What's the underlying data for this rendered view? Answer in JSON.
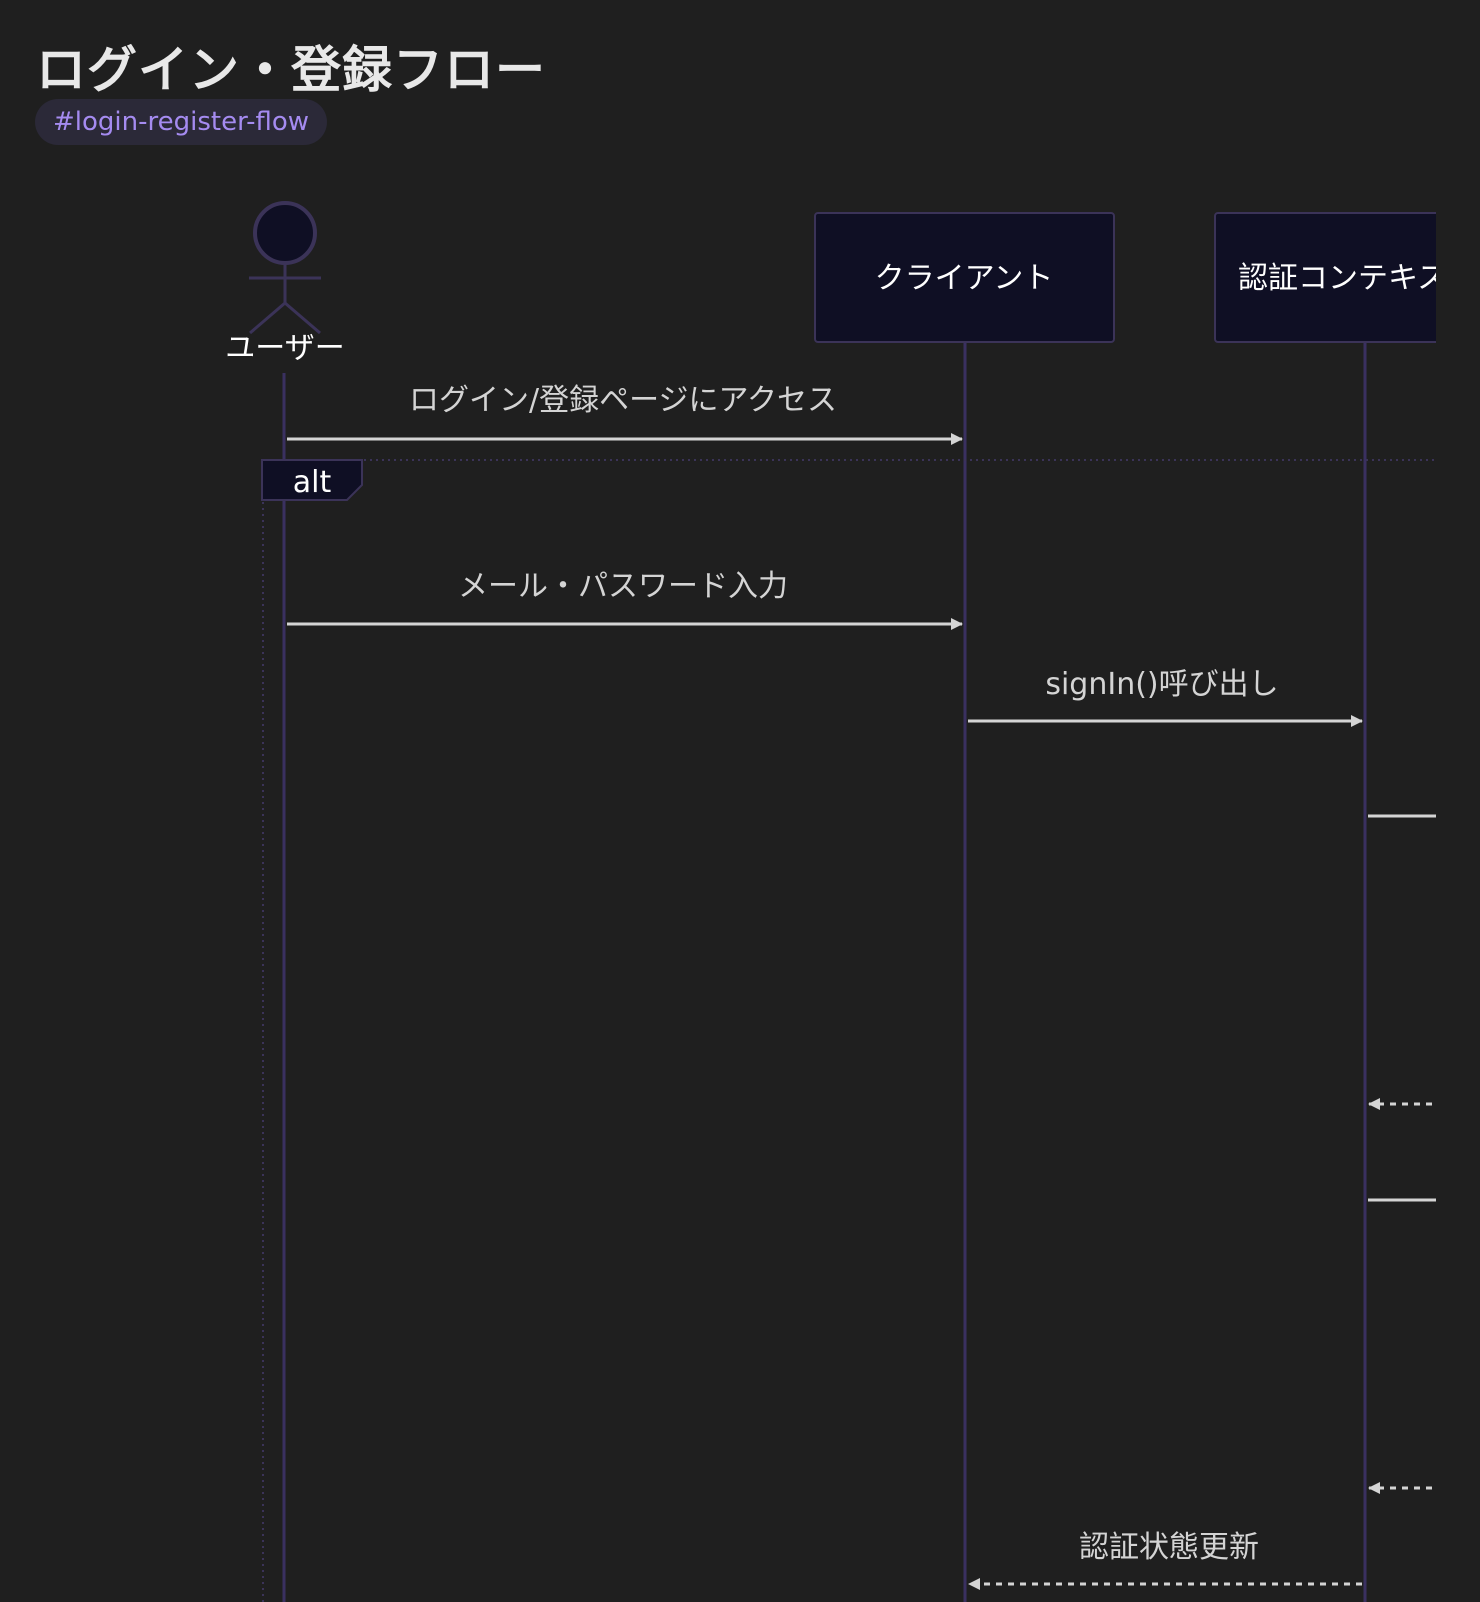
{
  "page": {
    "title": "ログイン・登録フロー",
    "tag": "#login-register-flow"
  },
  "diagram": {
    "participants": [
      {
        "id": "user",
        "label": "ユーザー",
        "kind": "actor"
      },
      {
        "id": "client",
        "label": "クライアント",
        "kind": "box"
      },
      {
        "id": "auth_context",
        "label": "認証コンテキスト",
        "kind": "box"
      }
    ],
    "fragment": {
      "label": "alt"
    },
    "messages": [
      {
        "label": "ログイン/登録ページにアクセス",
        "from": "user",
        "to": "client",
        "style": "solid"
      },
      {
        "label": "メール・パスワード入力",
        "from": "user",
        "to": "client",
        "style": "solid"
      },
      {
        "label": "signIn()呼び出し",
        "from": "client",
        "to": "auth_context",
        "style": "solid"
      },
      {
        "label": "",
        "from": "auth_context",
        "to": "offscreen",
        "style": "solid"
      },
      {
        "label": "",
        "from": "offscreen",
        "to": "auth_context",
        "style": "dashed"
      },
      {
        "label": "",
        "from": "auth_context",
        "to": "offscreen",
        "style": "solid"
      },
      {
        "label": "",
        "from": "offscreen",
        "to": "auth_context",
        "style": "dashed"
      },
      {
        "label": "認証状態更新",
        "from": "auth_context",
        "to": "client",
        "style": "dashed"
      }
    ],
    "colors": {
      "background": "#1f1f1f",
      "participant_fill": "#0f0f24",
      "participant_stroke": "#3b3358",
      "lifeline": "#3a3060",
      "arrow": "#d4d4d4",
      "tag_text": "#a58bf0"
    }
  }
}
